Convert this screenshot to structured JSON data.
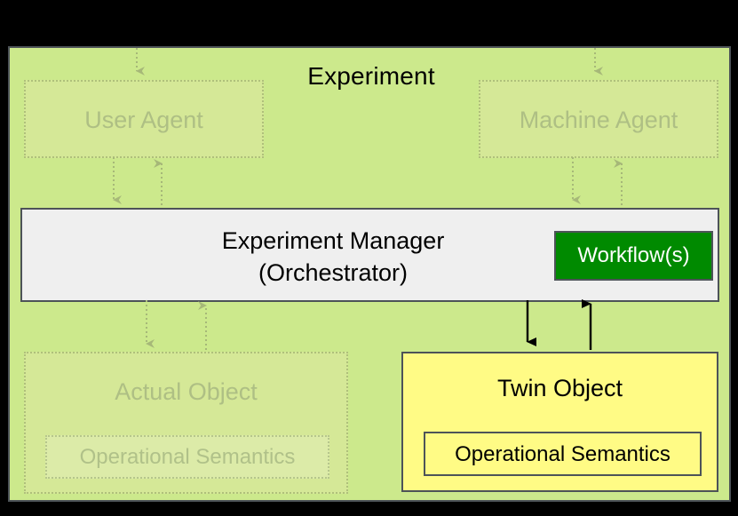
{
  "diagram": {
    "title": "Experiment",
    "background_color": "#000000",
    "panel_color": "#CCE98C",
    "ghost_color": "#D5E897",
    "ghost_text_color": "#AEBF84",
    "manager_color": "#EFEFEF",
    "workflow_color": "#008A00",
    "twin_color": "#FFFB85",
    "border_color": "#4D5358"
  },
  "boxes": {
    "user_agent": {
      "label": "User Agent",
      "state": "faded"
    },
    "machine_agent": {
      "label": "Machine Agent",
      "state": "faded"
    },
    "experiment_manager": {
      "line1": "Experiment Manager",
      "line2": "(Orchestrator)",
      "state": "active"
    },
    "workflows": {
      "label": "Workflow(s)",
      "state": "active"
    },
    "actual_object": {
      "label": "Actual Object",
      "operational_semantics": "Operational Semantics",
      "state": "faded"
    },
    "twin_object": {
      "label": "Twin Object",
      "operational_semantics": "Operational Semantics",
      "state": "active"
    }
  },
  "connectors": [
    {
      "name": "top-to-user-agent",
      "style": "dotted",
      "direction": "down"
    },
    {
      "name": "user-agent-to-manager",
      "style": "dotted",
      "direction": "down"
    },
    {
      "name": "manager-to-user-agent",
      "style": "dotted",
      "direction": "up"
    },
    {
      "name": "top-to-machine-agent",
      "style": "dotted",
      "direction": "down"
    },
    {
      "name": "machine-agent-to-manager",
      "style": "dotted",
      "direction": "down"
    },
    {
      "name": "manager-to-machine-agent",
      "style": "dotted",
      "direction": "up"
    },
    {
      "name": "manager-to-actual-object",
      "style": "dotted",
      "direction": "down"
    },
    {
      "name": "actual-object-to-manager",
      "style": "dotted",
      "direction": "up"
    },
    {
      "name": "manager-to-twin-object",
      "style": "solid",
      "direction": "down"
    },
    {
      "name": "twin-object-to-manager",
      "style": "solid",
      "direction": "up"
    }
  ]
}
